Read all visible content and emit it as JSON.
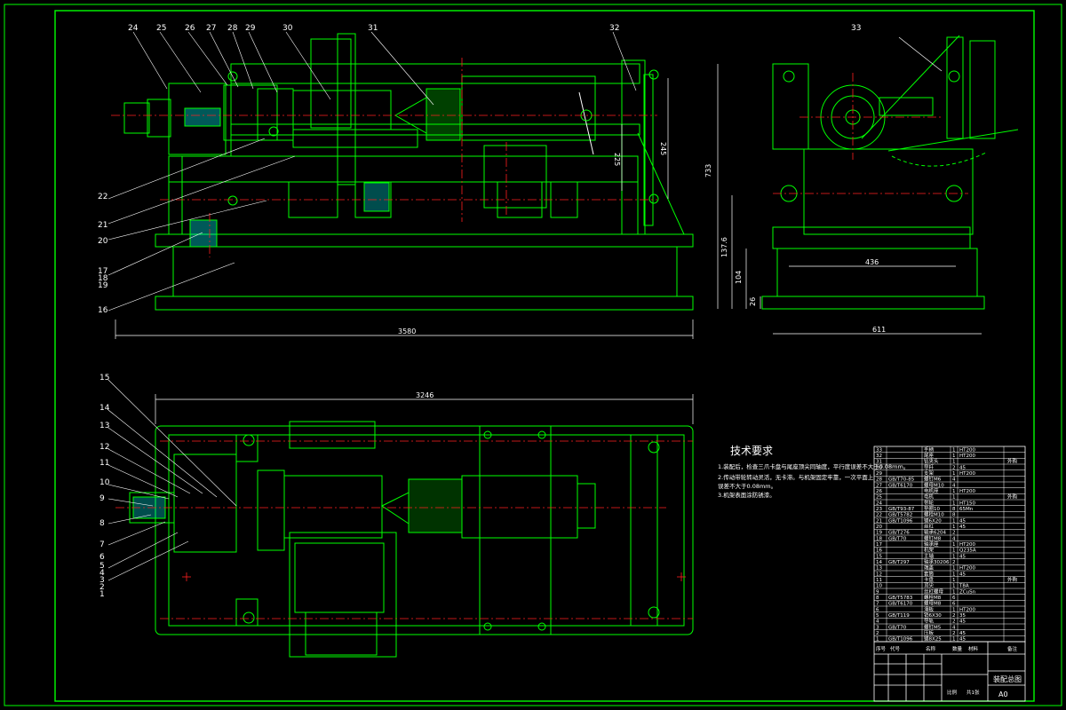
{
  "colors": {
    "background": "#000000",
    "outline": "#00ff00",
    "centerline": "#ff2020",
    "dimension": "#ffffff",
    "hatch": "#00ffff",
    "part_fill": "#ffffff",
    "handle": "#ff00ff"
  },
  "views": {
    "front": {
      "dim_overall": "3580",
      "dim_height_a": "245",
      "dim_height_b": "225",
      "top_labels": [
        "24",
        "25",
        "26",
        "27",
        "28",
        "29",
        "30",
        "31",
        "32"
      ],
      "left_labels": [
        "22",
        "21",
        "20",
        "17",
        "18",
        "19",
        "16"
      ]
    },
    "side": {
      "label": "33",
      "dim_width": "611",
      "dim_inner": "436",
      "dim_h_total": "733",
      "dim_h_a": "137.6",
      "dim_h_b": "104",
      "dim_h_c": "26"
    },
    "top": {
      "dim_overall": "3246",
      "left_labels": [
        "15",
        "14",
        "13",
        "12",
        "11",
        "10",
        "9",
        "8",
        "7",
        "6",
        "5",
        "4",
        "3",
        "2",
        "1"
      ]
    }
  },
  "notes": {
    "title": "技术要求",
    "lines": [
      "1.装配后，检查三爪卡盘与尾座顶尖同轴度，平行度误差不大于0.08mm。",
      "2.传动带轮转动灵活，无卡滞。与机架固定牢靠，一次平面上",
      "误差不大于0.08mm。",
      "3.机架表面涂防锈漆。"
    ]
  },
  "parts_list": [
    {
      "no": "33",
      "code": "",
      "name": "手柄",
      "qty": "1",
      "material": "HT200",
      "remark": ""
    },
    {
      "no": "32",
      "code": "",
      "name": "尾座",
      "qty": "1",
      "material": "HT200",
      "remark": ""
    },
    {
      "no": "31",
      "code": "",
      "name": "钻夹头",
      "qty": "1",
      "material": "",
      "remark": "外购"
    },
    {
      "no": "30",
      "code": "",
      "name": "导杆",
      "qty": "2",
      "material": "45",
      "remark": ""
    },
    {
      "no": "29",
      "code": "",
      "name": "支架",
      "qty": "1",
      "material": "HT200",
      "remark": ""
    },
    {
      "no": "28",
      "code": "GB/T70-85",
      "name": "螺钉M6",
      "qty": "4",
      "material": "",
      "remark": ""
    },
    {
      "no": "27",
      "code": "GB/T6170",
      "name": "螺母M10",
      "qty": "4",
      "material": "",
      "remark": ""
    },
    {
      "no": "26",
      "code": "",
      "name": "电机座",
      "qty": "1",
      "material": "HT200",
      "remark": ""
    },
    {
      "no": "25",
      "code": "",
      "name": "电机",
      "qty": "1",
      "material": "",
      "remark": "外购"
    },
    {
      "no": "24",
      "code": "",
      "name": "带轮",
      "qty": "1",
      "material": "HT150",
      "remark": ""
    },
    {
      "no": "23",
      "code": "GB/T93-87",
      "name": "垫圈10",
      "qty": "8",
      "material": "65Mn",
      "remark": ""
    },
    {
      "no": "22",
      "code": "GB/T5782",
      "name": "螺栓M10",
      "qty": "8",
      "material": "",
      "remark": ""
    },
    {
      "no": "21",
      "code": "GB/T1096",
      "name": "键6X20",
      "qty": "1",
      "material": "45",
      "remark": ""
    },
    {
      "no": "20",
      "code": "",
      "name": "丝杠",
      "qty": "1",
      "material": "45",
      "remark": ""
    },
    {
      "no": "19",
      "code": "GB/T276",
      "name": "轴承6204",
      "qty": "2",
      "material": "",
      "remark": ""
    },
    {
      "no": "18",
      "code": "GB/T70",
      "name": "螺钉M8",
      "qty": "4",
      "material": "",
      "remark": ""
    },
    {
      "no": "17",
      "code": "",
      "name": "轴承座",
      "qty": "1",
      "material": "HT200",
      "remark": ""
    },
    {
      "no": "16",
      "code": "",
      "name": "机架",
      "qty": "1",
      "material": "Q235A",
      "remark": ""
    },
    {
      "no": "15",
      "code": "",
      "name": "主轴",
      "qty": "1",
      "material": "45",
      "remark": ""
    },
    {
      "no": "14",
      "code": "GB/T297",
      "name": "轴承30206",
      "qty": "2",
      "material": "",
      "remark": ""
    },
    {
      "no": "13",
      "code": "",
      "name": "端盖",
      "qty": "1",
      "material": "HT200",
      "remark": ""
    },
    {
      "no": "12",
      "code": "",
      "name": "套筒",
      "qty": "1",
      "material": "45",
      "remark": ""
    },
    {
      "no": "11",
      "code": "",
      "name": "卡盘",
      "qty": "1",
      "material": "",
      "remark": "外购"
    },
    {
      "no": "10",
      "code": "",
      "name": "顶尖",
      "qty": "1",
      "material": "T8A",
      "remark": ""
    },
    {
      "no": "9",
      "code": "",
      "name": "丝杠螺母",
      "qty": "1",
      "material": "ZCuSn",
      "remark": ""
    },
    {
      "no": "8",
      "code": "GB/T5783",
      "name": "螺栓M8",
      "qty": "6",
      "material": "",
      "remark": ""
    },
    {
      "no": "7",
      "code": "GB/T6170",
      "name": "螺母M8",
      "qty": "6",
      "material": "",
      "remark": ""
    },
    {
      "no": "6",
      "code": "",
      "name": "滑板",
      "qty": "1",
      "material": "HT200",
      "remark": ""
    },
    {
      "no": "5",
      "code": "GB/T119",
      "name": "销6X30",
      "qty": "2",
      "material": "35",
      "remark": ""
    },
    {
      "no": "4",
      "code": "",
      "name": "导轨",
      "qty": "2",
      "material": "45",
      "remark": ""
    },
    {
      "no": "3",
      "code": "GB/T70",
      "name": "螺钉M5",
      "qty": "4",
      "material": "",
      "remark": ""
    },
    {
      "no": "2",
      "code": "",
      "name": "压板",
      "qty": "2",
      "material": "45",
      "remark": ""
    },
    {
      "no": "1",
      "code": "GB/T1096",
      "name": "键8X25",
      "qty": "1",
      "material": "45",
      "remark": ""
    }
  ],
  "parts_header": {
    "no": "序号",
    "code": "代号",
    "name": "名称",
    "qty": "数量",
    "material": "材料",
    "remark": "备注"
  },
  "title_block": {
    "drawing_title": "装配总图",
    "company": "",
    "sheet_size": "A0",
    "scale_label": "比例",
    "sheet_label": "共1张"
  }
}
